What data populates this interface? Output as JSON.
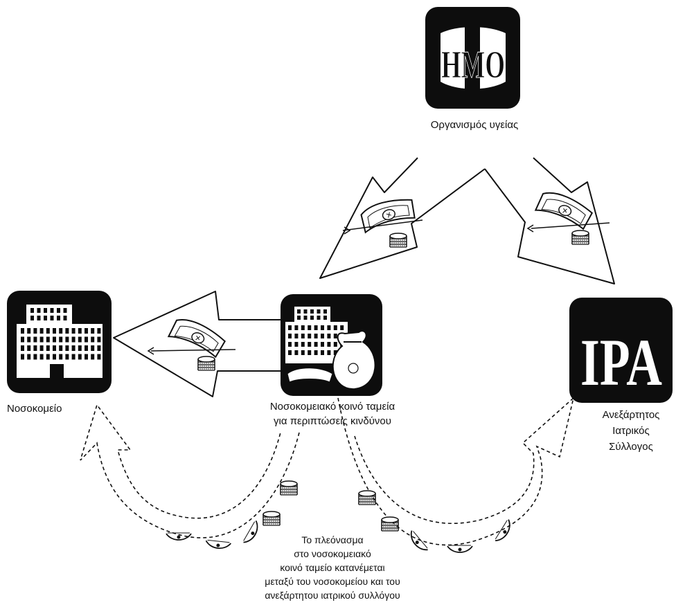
{
  "nodes": {
    "hmo": {
      "logo_text": "HMO",
      "label": "Οργανισμός υγείας"
    },
    "hospital": {
      "label": "Νοσοκομείο"
    },
    "risk_pool": {
      "label_line1": "Νοσοκομειακό κοινό ταμεία",
      "label_line2": "για περιπτώσεις κινδύνου"
    },
    "ipa": {
      "logo_text": "IPA",
      "label_line1": "Ανεξάρτητος",
      "label_line2": "Ιατρικός",
      "label_line3": "Σύλλογος"
    }
  },
  "surplus_note": {
    "line1": "Το πλεόνασμα",
    "line2": "στο νοσοκομειακό",
    "line3": "κοινό ταμείο κατανέμεται",
    "line4": "μεταξύ του νοσοκομείου και του",
    "line5": "ανεξάρτητου ιατρικού συλλόγου"
  },
  "icons": [
    "hmo-logo-icon",
    "hospital-building-icon",
    "risk-pool-building-icon",
    "money-bag-icon",
    "ipa-logo-icon",
    "banknote-icon",
    "coin-stack-icon",
    "coin-icon"
  ]
}
